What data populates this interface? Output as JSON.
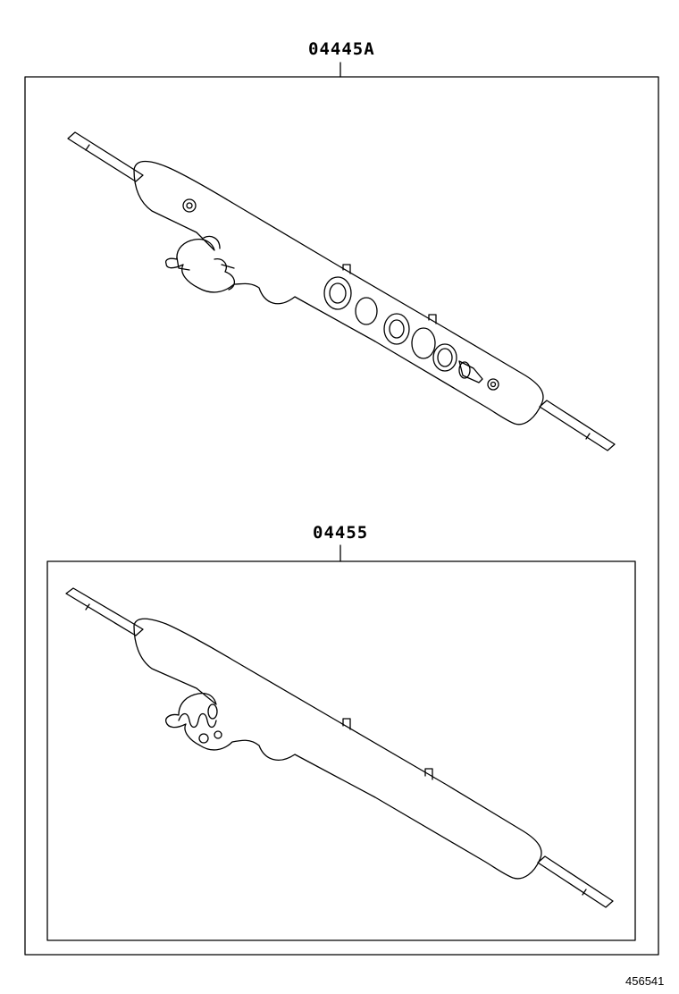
{
  "diagram": {
    "kits": [
      {
        "part_number": "04445A"
      },
      {
        "part_number": "04455"
      }
    ],
    "figure_id": "456541"
  }
}
